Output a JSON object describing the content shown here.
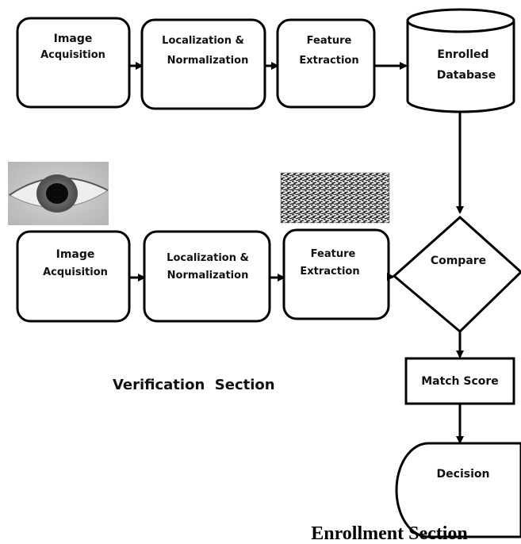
{
  "enrollment": {
    "image_acquisition": [
      "Image",
      "Acquisition"
    ],
    "localization": [
      "Localization &",
      "Normalization"
    ],
    "feature_extraction": [
      "Feature",
      "Extraction"
    ],
    "database": [
      "Enrolled",
      "Database"
    ]
  },
  "verification": {
    "image_acquisition": [
      "Image",
      "Acquisition"
    ],
    "localization": [
      "Localization &",
      "Normalization"
    ],
    "feature_extraction": [
      "Feature",
      "Extraction"
    ]
  },
  "compare_label": "Compare",
  "match_score_label": "Match Score",
  "decision_label": "Decision",
  "verification_section_label": "Verification  Section",
  "enrollment_section_label": "Enrollment Section",
  "colors": {
    "stroke": "#000000",
    "eye_skin": "#c9c9c9",
    "iris": "#6e6e6e",
    "pupil": "#0a0a0a"
  }
}
